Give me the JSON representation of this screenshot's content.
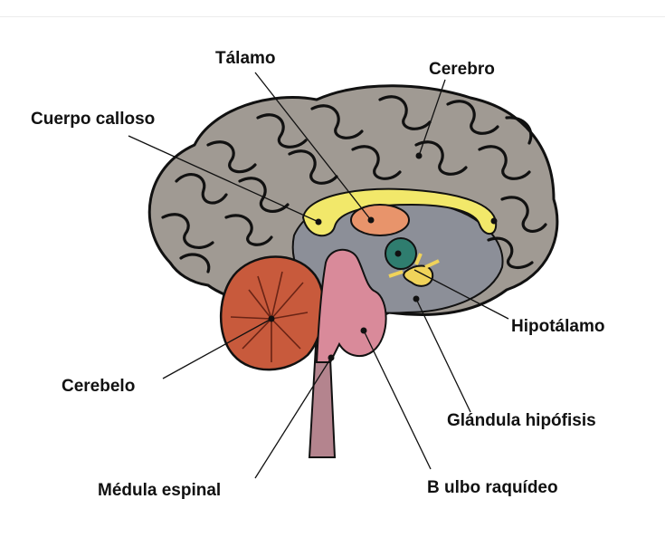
{
  "labels": {
    "talamo": "Tálamo",
    "cerebro": "Cerebro",
    "cuerpo_calloso": "Cuerpo calloso",
    "hipotalamo": "Hipotálamo",
    "cerebelo": "Cerebelo",
    "glandula_hipofisis": "Glándula hipófisis",
    "medula_espinal": "Médula espinal",
    "bulbo_raquideo": "B ulbo raquídeo"
  },
  "colors": {
    "cortex": "#a09a93",
    "inner": "#8c8f98",
    "corpus_callosum": "#f2e86a",
    "thalamus": "#e8946b",
    "hypothalamus_nucleus": "#2f7d6f",
    "pituitary": "#f0d35a",
    "cerebellum": "#c85a3c",
    "brainstem": "#d98a9a",
    "spinal_cord": "#b4848e"
  }
}
